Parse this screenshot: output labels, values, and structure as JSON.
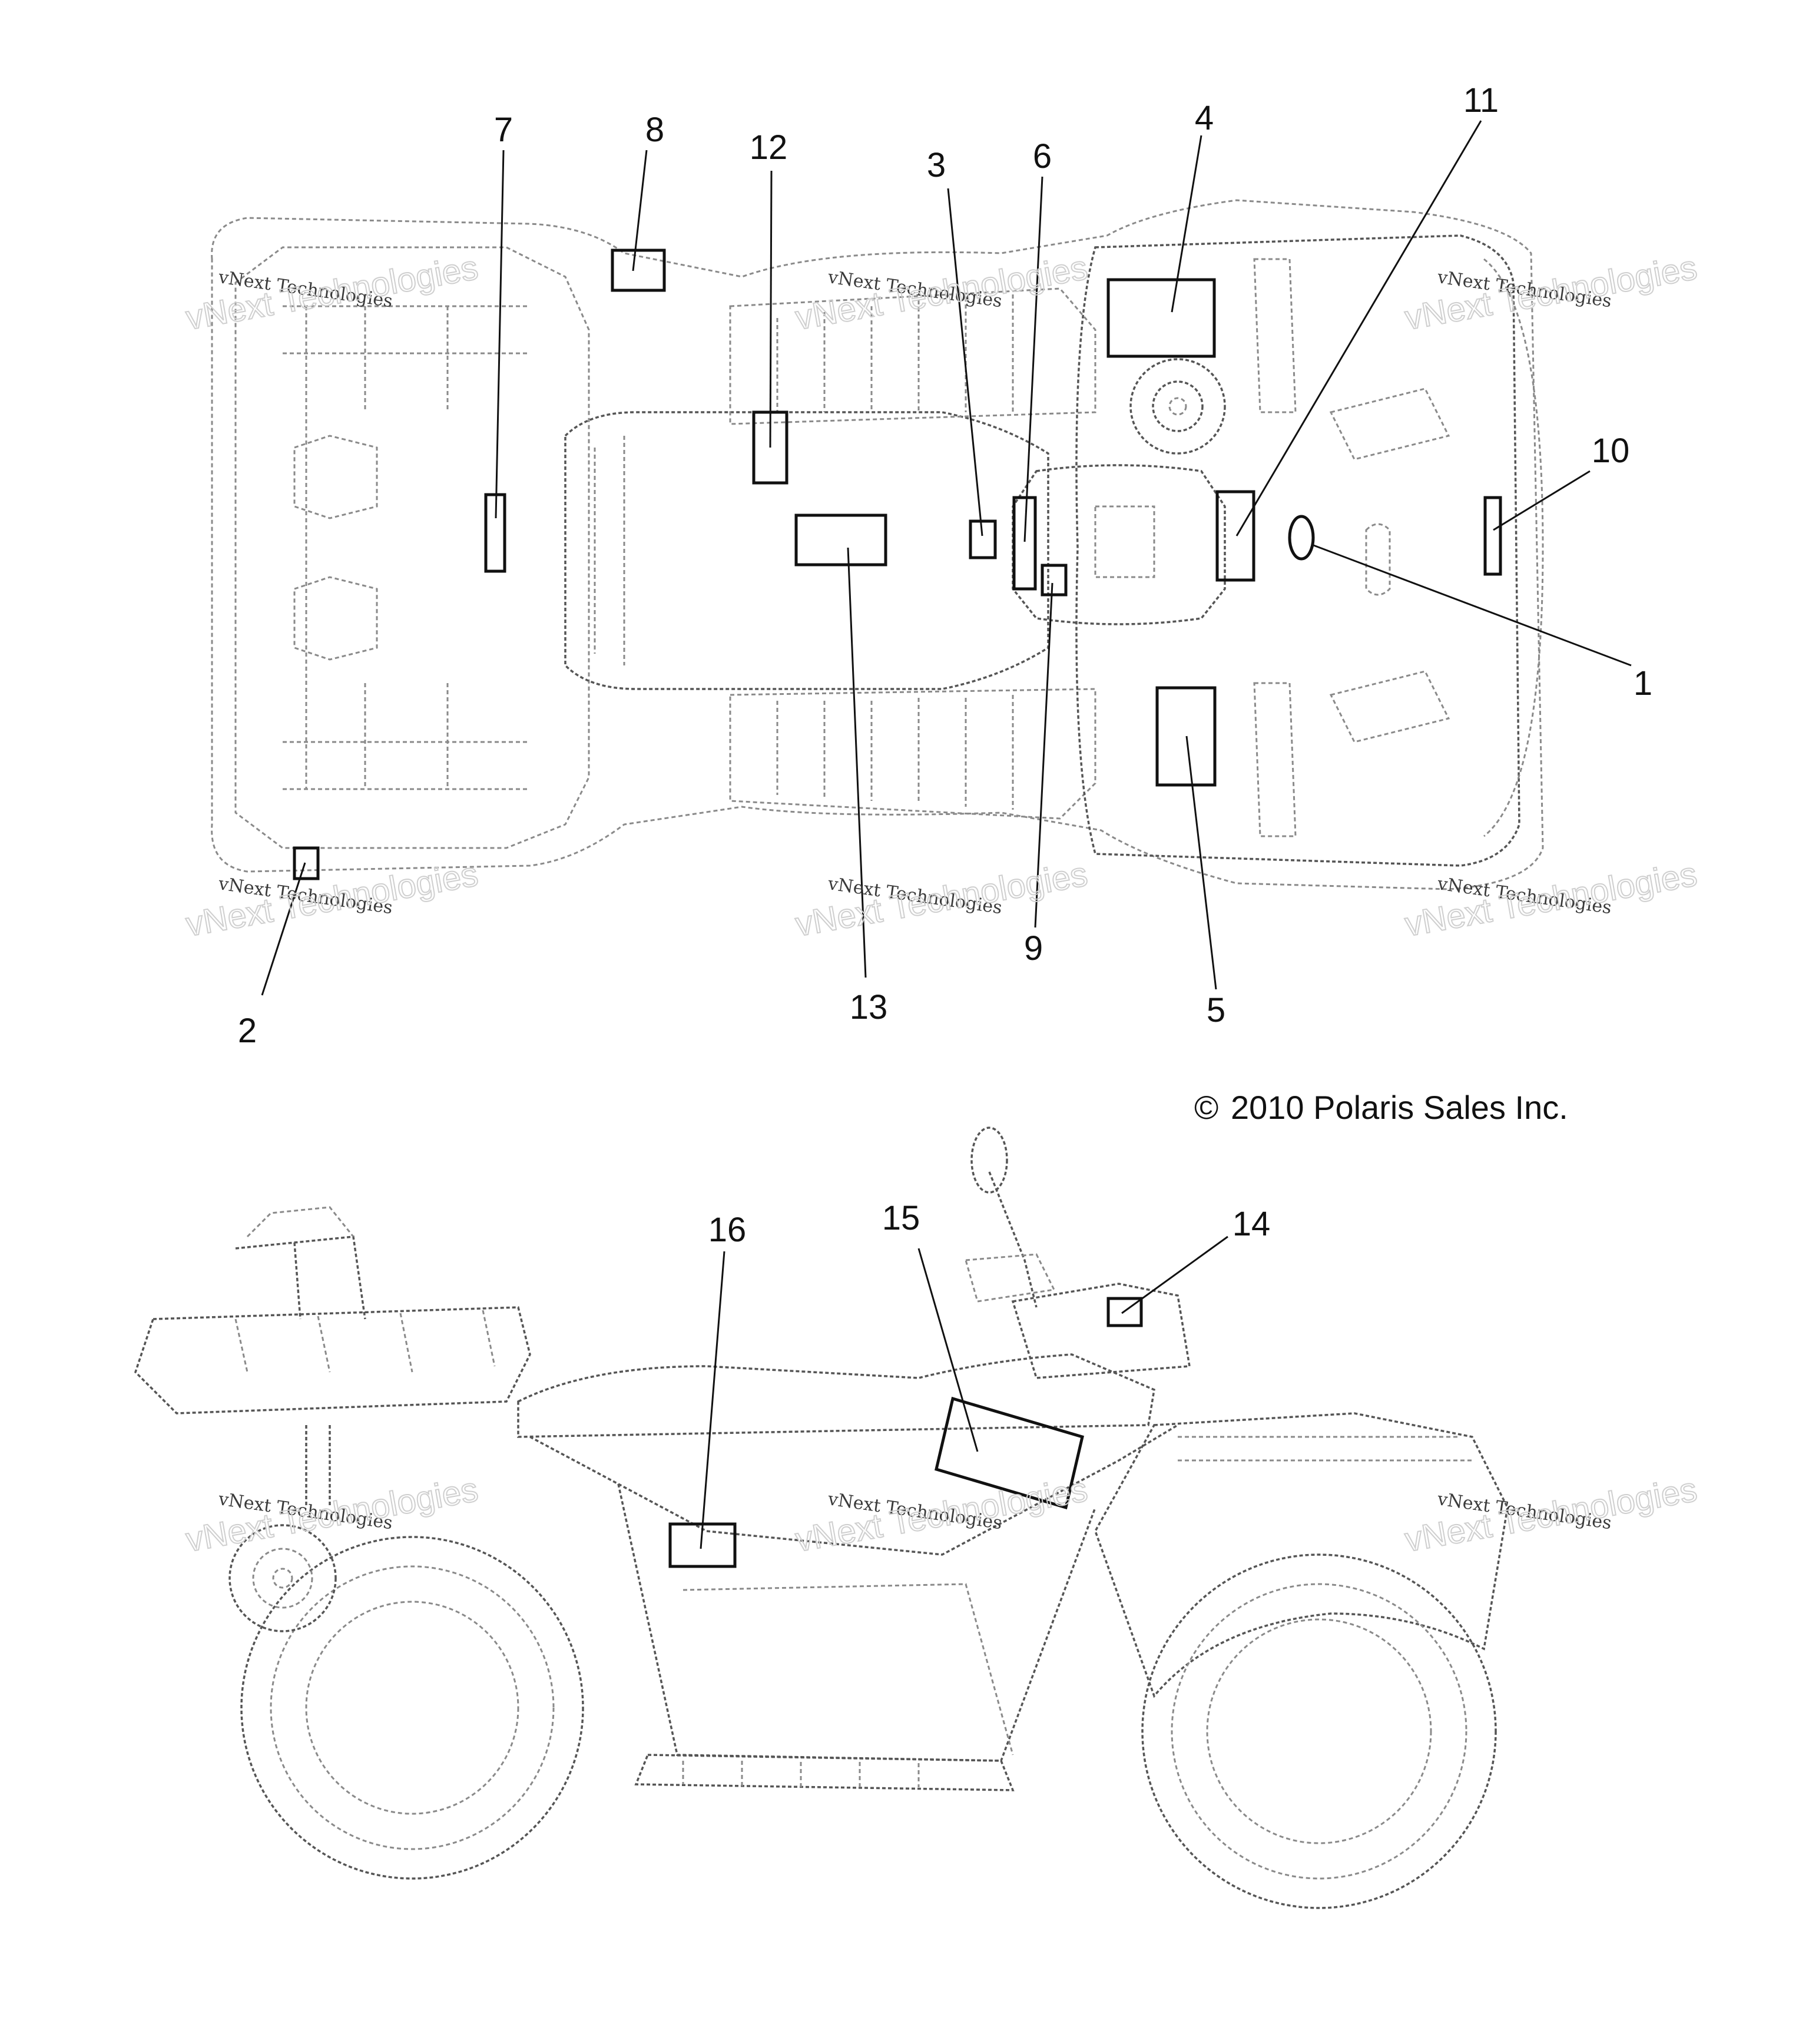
{
  "diagram": {
    "top_view_callouts": [
      "1",
      "2",
      "3",
      "4",
      "5",
      "6",
      "7",
      "8",
      "9",
      "10",
      "11",
      "12",
      "13"
    ],
    "side_view_callouts": [
      "14",
      "15",
      "16"
    ],
    "copyright": "2010 Polaris Sales Inc.",
    "copyright_symbol": "©",
    "watermark_line1": "vNext Technologies",
    "watermark_line2": "vNext Technologies"
  }
}
